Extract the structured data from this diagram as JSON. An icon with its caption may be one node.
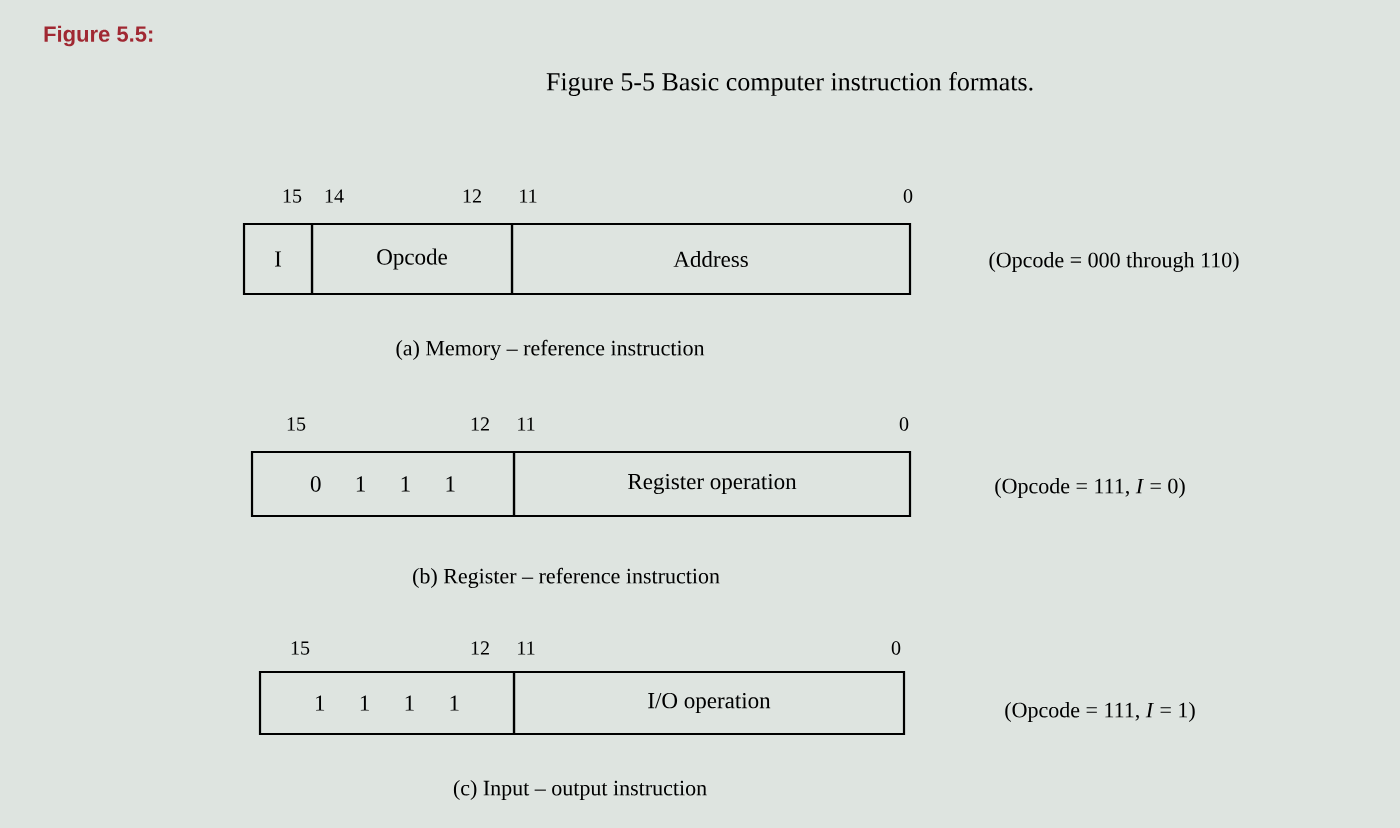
{
  "diagram": {
    "title": "Figure 5-5 Basic computer instruction formats.",
    "nodes": [
      {
        "text": [
          "I"
        ]
      },
      {
        "text": [
          "Opcode"
        ]
      },
      {
        "text": [
          "Address"
        ]
      },
      {
        "text": [
          "0 1 1 1"
        ]
      },
      {
        "text": [
          "Register operation"
        ]
      },
      {
        "text": [
          "1 1 1 1"
        ]
      },
      {
        "text": [
          "I/O operation"
        ]
      }
    ],
    "labels": [
      "Figure 5.5:",
      "15",
      "14",
      "12",
      "11",
      "0",
      "(Opcode = 000 through 110)",
      "(a) Memory – reference instruction",
      "15",
      "12",
      "11",
      "0",
      "(Opcode = 111,  *I* = 0)",
      "(b) Register – reference instruction",
      "15",
      "12",
      "11",
      "0",
      "(Opcode = 111,  *I* = 1)",
      "(c) Input – output instruction"
    ]
  }
}
